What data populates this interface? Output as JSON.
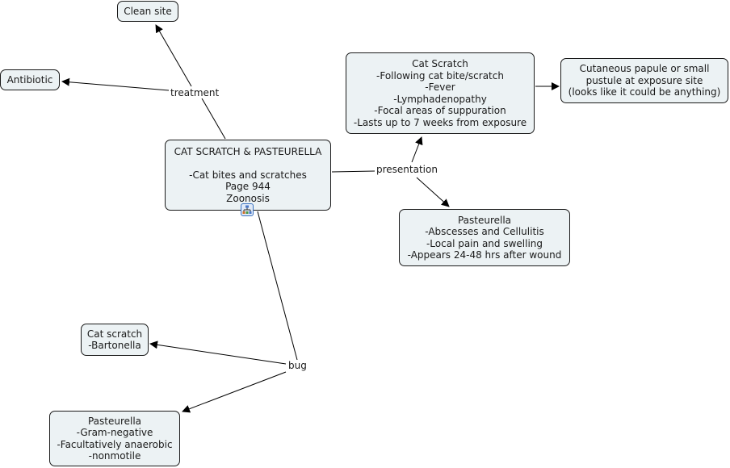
{
  "concepts": {
    "main": [
      "CAT SCRATCH & PASTEURELLA",
      "",
      "-Cat bites and scratches",
      "Page 944",
      "Zoonosis"
    ],
    "clean_site": [
      "Clean site"
    ],
    "antibiotic": [
      "Antibiotic"
    ],
    "cat_scratch_presentation": [
      "Cat Scratch",
      "-Following cat bite/scratch",
      "-Fever",
      "-Lymphadenopathy",
      "-Focal areas of suppuration",
      "-Lasts up to 7 weeks from exposure"
    ],
    "cutaneous": [
      "Cutaneous papule or small",
      "pustule at exposure site",
      "(looks like it could be anything)"
    ],
    "pasteurella_presentation": [
      "Pasteurella",
      "-Abscesses and Cellulitis",
      "-Local pain and swelling",
      "-Appears 24-48 hrs after wound"
    ],
    "cat_scratch_bug": [
      "Cat scratch",
      "-Bartonella"
    ],
    "pasteurella_bug": [
      "Pasteurella",
      "-Gram-negative",
      "-Facultatively anaerobic",
      "-nonmotile"
    ]
  },
  "link_labels": {
    "treatment": "treatment",
    "presentation": "presentation",
    "bug": "bug"
  },
  "icons": {
    "submap": "concept-map-submap-icon"
  }
}
